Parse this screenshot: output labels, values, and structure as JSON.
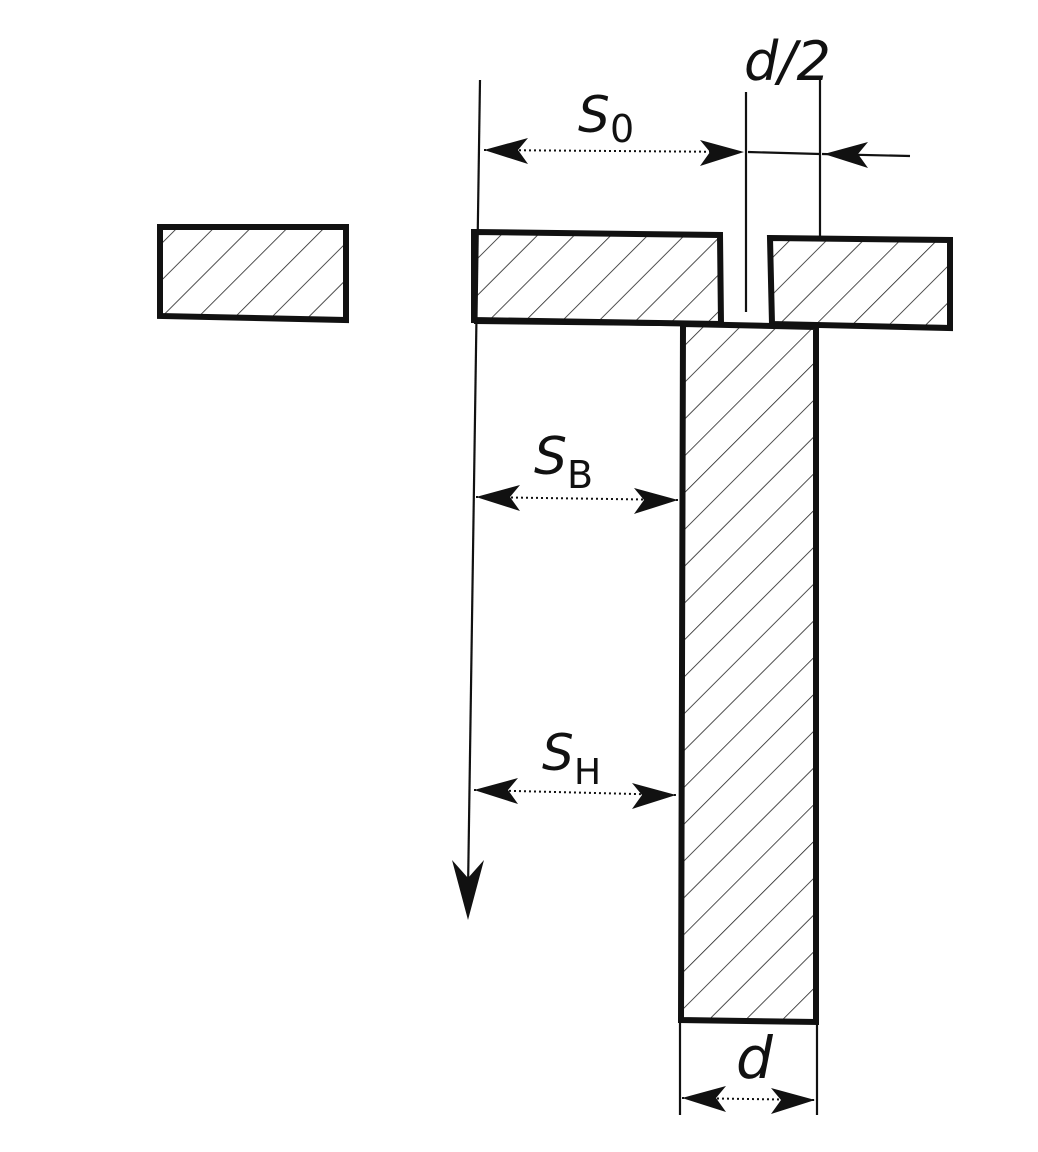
{
  "labels": {
    "s0": "S",
    "s0_sub": "0",
    "sB": "S",
    "sB_sub": "B",
    "sH": "S",
    "sH_sub": "H",
    "d_half": "d/2",
    "d": "d"
  }
}
